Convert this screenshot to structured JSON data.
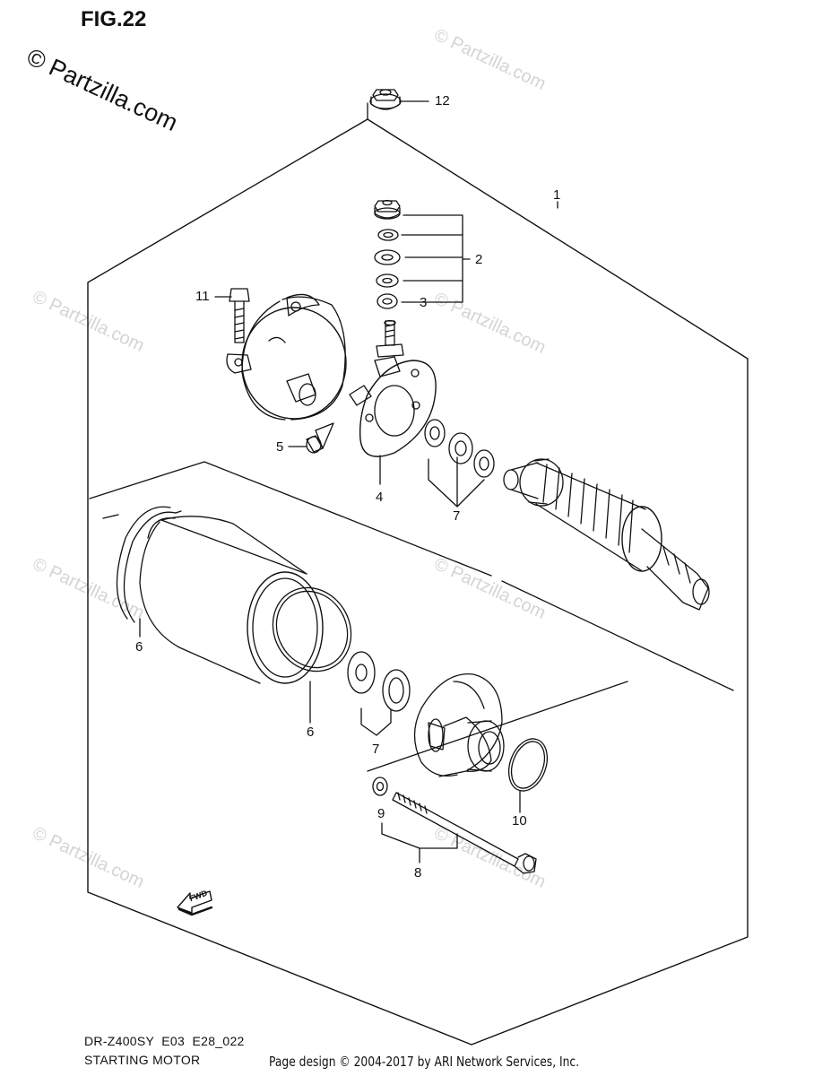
{
  "figure": {
    "title": "FIG.22"
  },
  "watermark": {
    "text": "© Partzilla.com"
  },
  "callouts": {
    "c1": "1",
    "c2": "2",
    "c3": "3",
    "c4": "4",
    "c5": "5",
    "c6a": "6",
    "c6b": "6",
    "c7a": "7",
    "c7b": "7",
    "c8": "8",
    "c9": "9",
    "c10": "10",
    "c11": "11",
    "c12": "12"
  },
  "fwd_label": "FWD",
  "footer": {
    "model_code": "DR-Z400SY  E03  E28_022",
    "section_name": "STARTING MOTOR",
    "credit": "Page design © 2004-2017 by ARI Network Services, Inc."
  },
  "colors": {
    "line": "#111111",
    "watermark": "#d4d4d4",
    "background": "#ffffff"
  }
}
